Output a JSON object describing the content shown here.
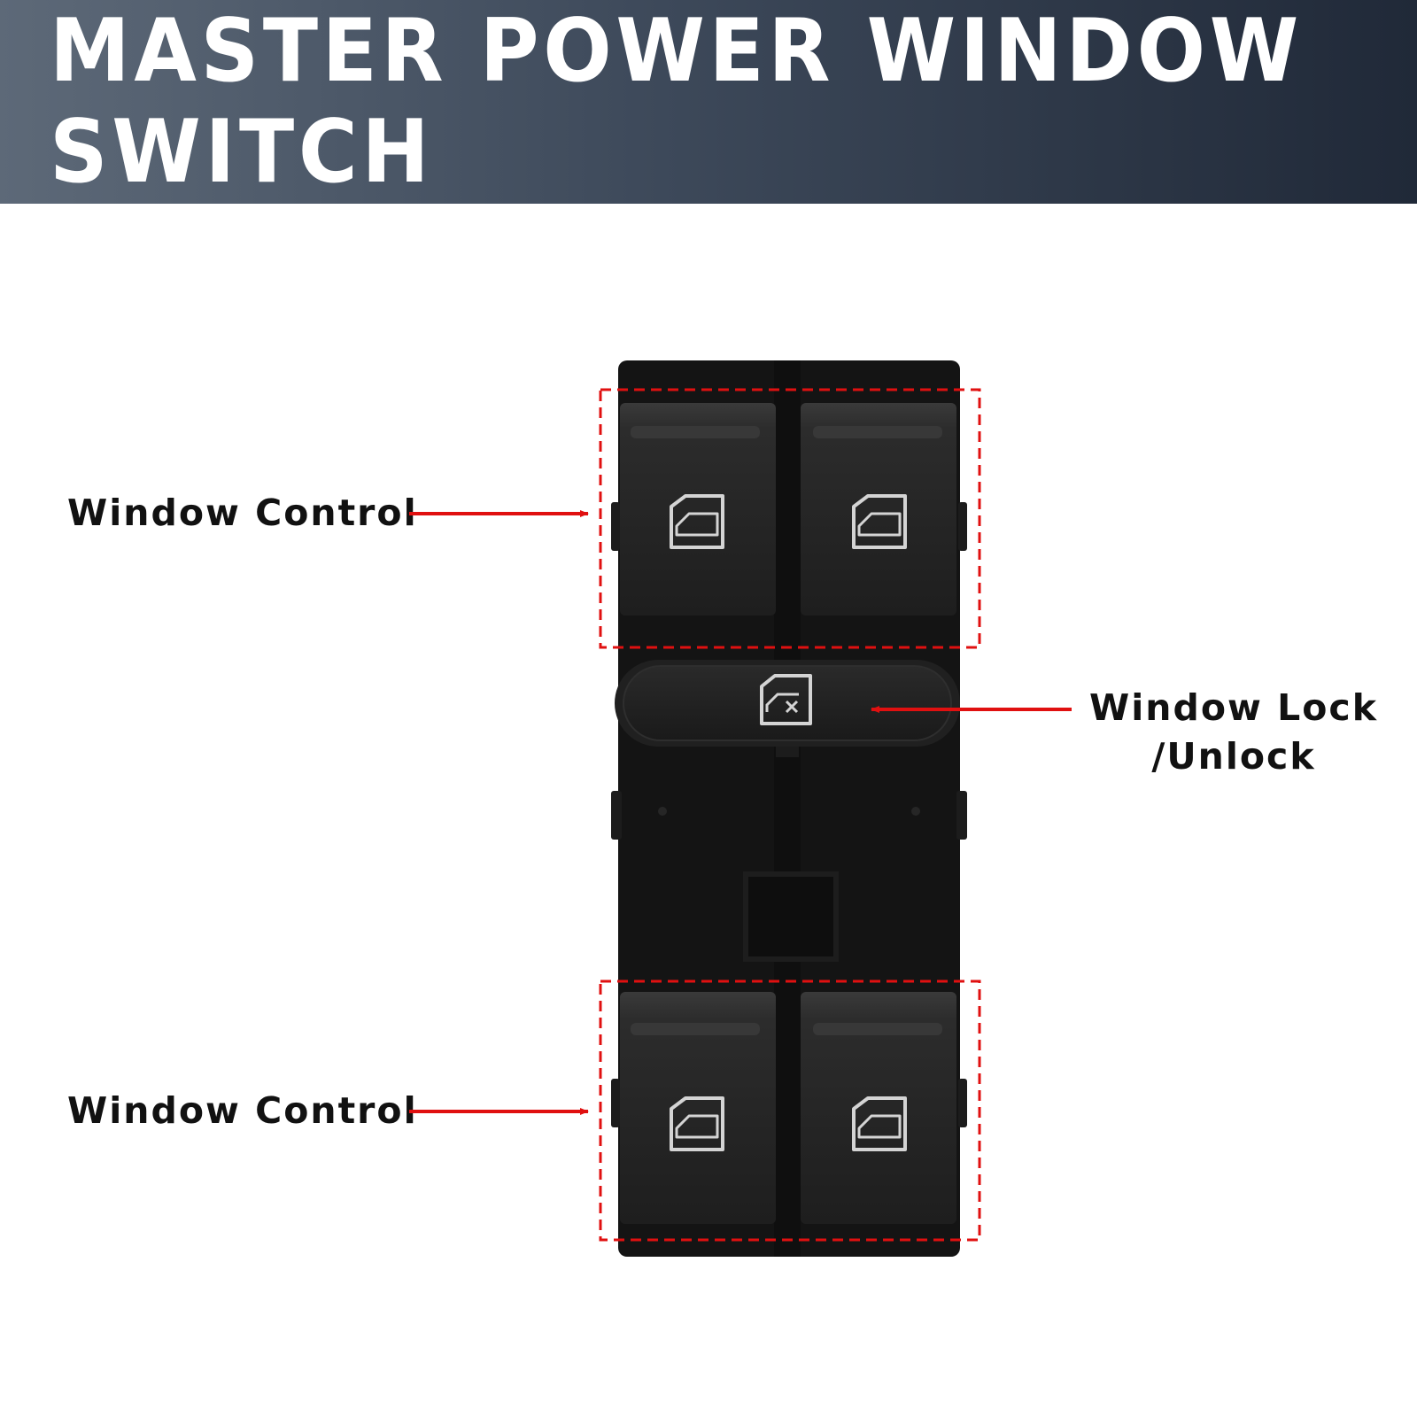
{
  "header": {
    "title": "MASTER POWER WINDOW SWITCH"
  },
  "callouts": {
    "window_control_top": "Window Control",
    "window_lock_line1": "Window Lock",
    "window_lock_line2": "/Unlock",
    "window_control_bottom": "Window Control"
  },
  "colors": {
    "banner_start": "#5d6978",
    "banner_end": "#202938",
    "switch_body": "#141414",
    "highlight": "#e01010"
  },
  "icons": {
    "window_button": "car-window-icon",
    "lock_button": "window-lock-icon"
  }
}
